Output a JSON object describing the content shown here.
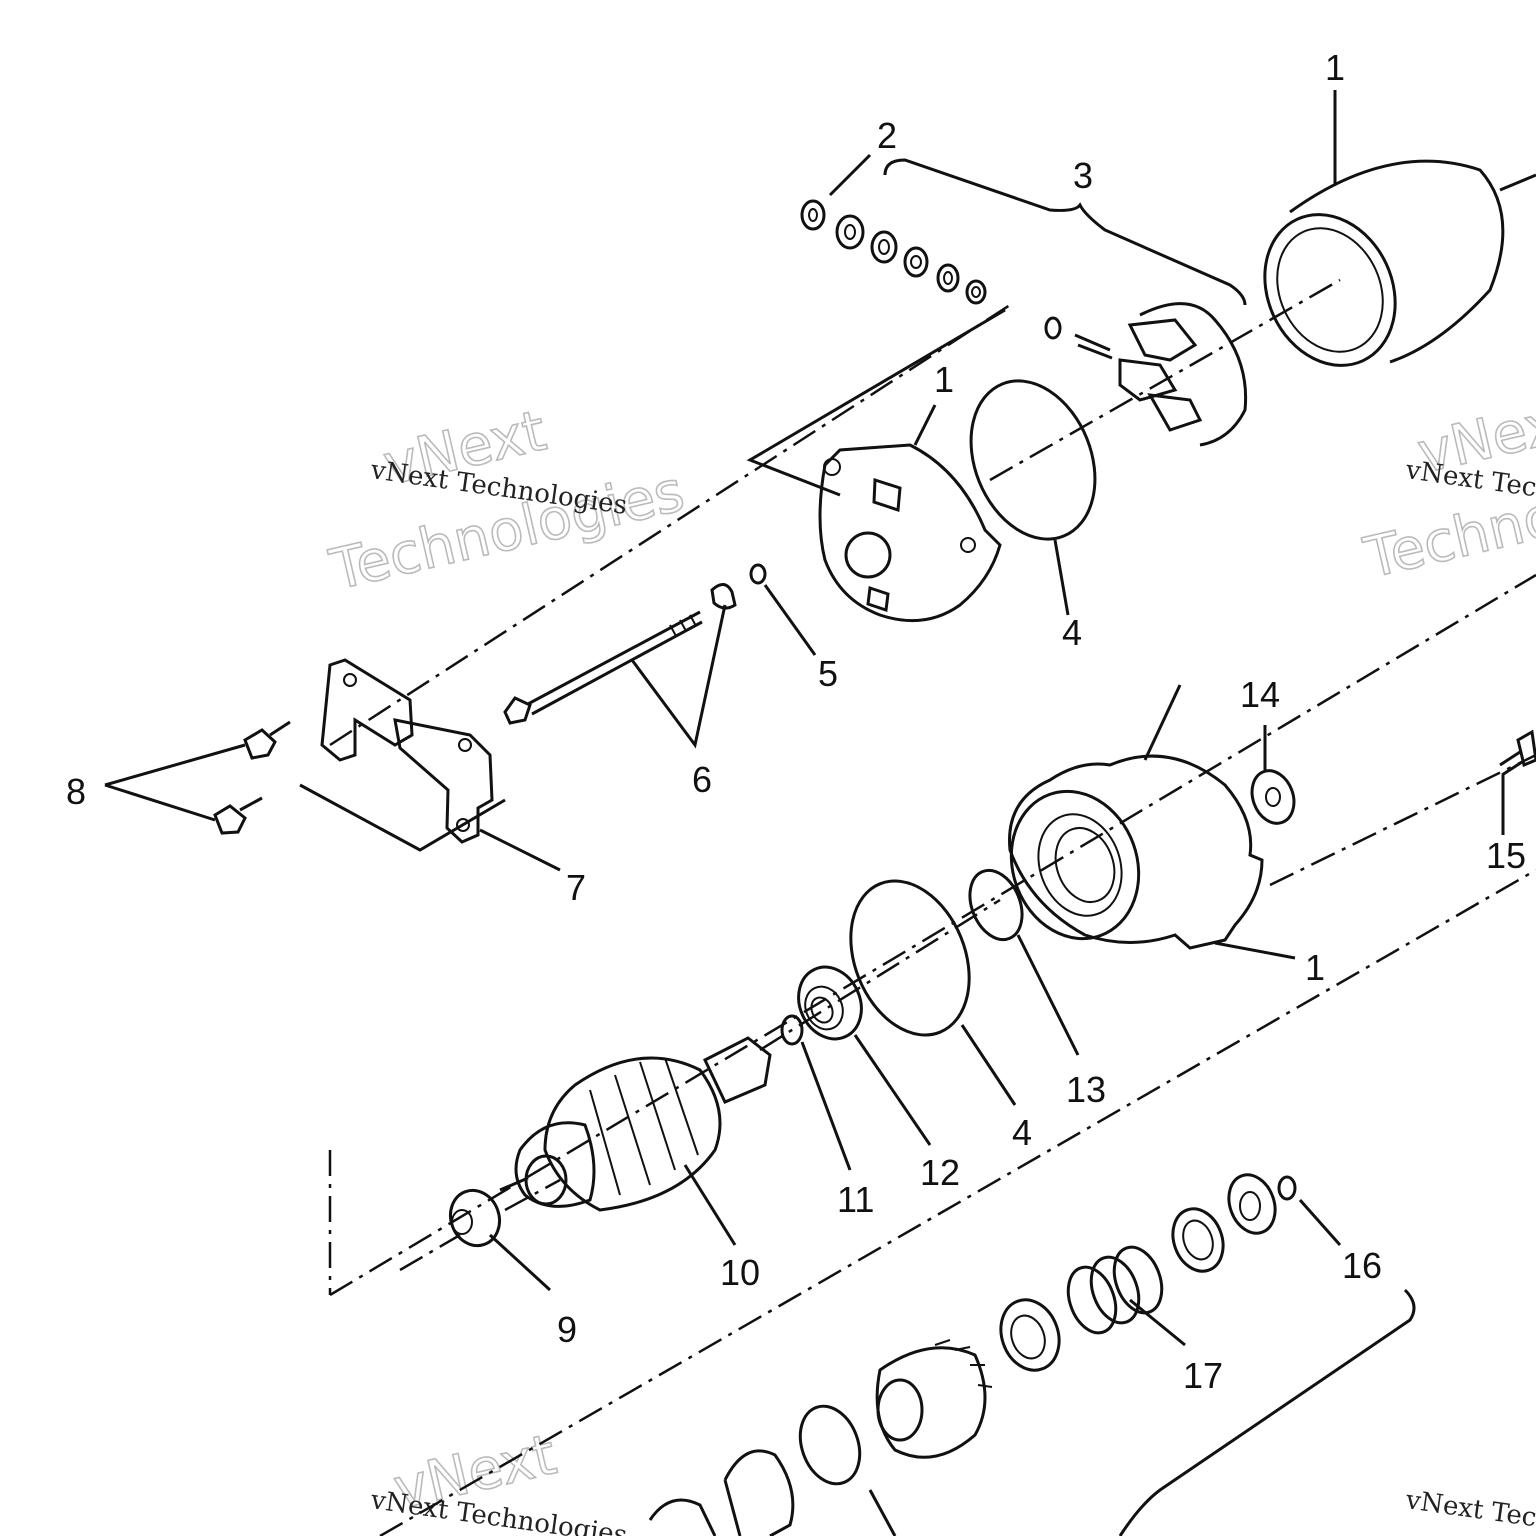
{
  "callouts": {
    "c1_top": "1",
    "c1_mid": "1",
    "c1_right": "1",
    "c2": "2",
    "c3": "3",
    "c4_top": "4",
    "c4_bottom": "4",
    "c5": "5",
    "c6": "6",
    "c7": "7",
    "c8": "8",
    "c9": "9",
    "c10": "10",
    "c11": "11",
    "c12": "12",
    "c13": "13",
    "c14": "14",
    "c15": "15",
    "c16": "16",
    "c17": "17"
  },
  "watermark": {
    "line1": "vNext",
    "line2": "Technologies",
    "small": "vNext Technologies"
  }
}
